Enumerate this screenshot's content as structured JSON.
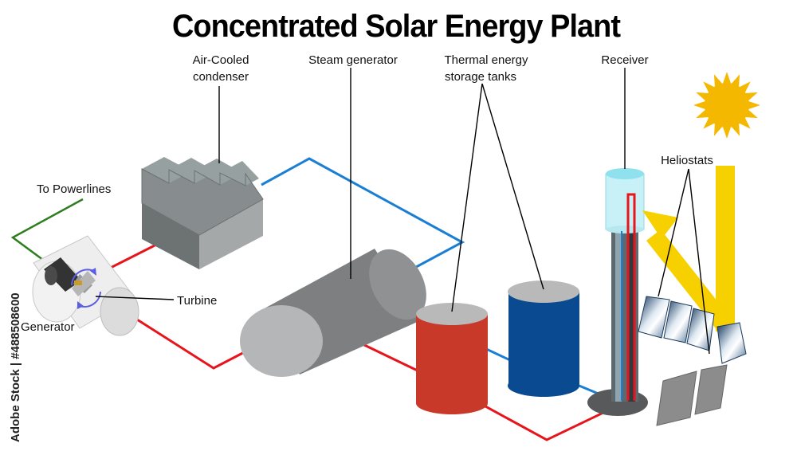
{
  "title": "Concentrated Solar Energy Plant",
  "labels": {
    "air_cooled_condenser_line1": "Air-Cooled",
    "air_cooled_condenser_line2": "condenser",
    "steam_generator": "Steam generator",
    "thermal_storage_line1": "Thermal energy",
    "thermal_storage_line2": "storage tanks",
    "receiver": "Receiver",
    "heliostats": "Heliostats",
    "to_powerlines": "To Powerlines",
    "turbine": "Turbine",
    "generator": "Generator"
  },
  "watermark": "Adobe Stock | #488508600",
  "colors": {
    "hot_line": "#e8141b",
    "cold_line": "#1a7fd4",
    "power_line": "#2e7d1e",
    "hot_tank": "#c8392a",
    "cold_tank": "#0a4a91",
    "sun": "#f5b800",
    "sunlight": "#f7d000",
    "receiver": "#c8f1f7",
    "condenser": "#8e9596"
  }
}
